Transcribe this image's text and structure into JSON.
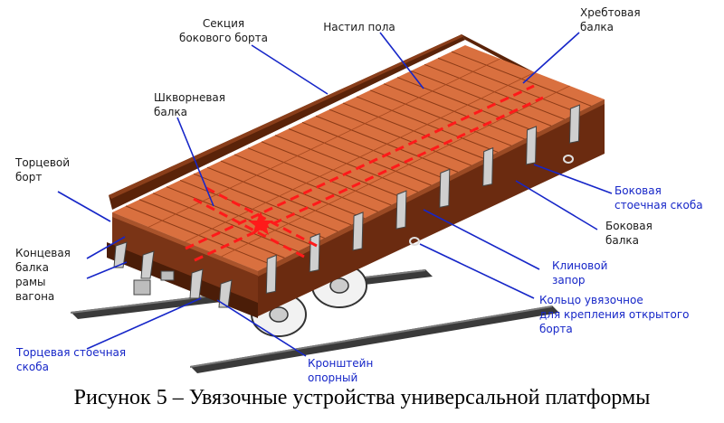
{
  "labels": {
    "side_section": "Секция\nбокового борта",
    "floor_deck": "Настил пола",
    "center_sill": "Хребтовая\nбалка",
    "bolster": "Шкворневая\nбалка",
    "end_wall": "Торцевой\nборт",
    "end_beam": "Концевая\nбалка\nрамы\nвагона",
    "side_stake_bracket": "Боковая\nстоечная скоба",
    "side_beam": "Боковая\nбалка",
    "wedge_lock": "Клиновой\nзапор",
    "tie_ring": "Кольцо увязочное\nдля крепления открытого\nборта",
    "end_stake_bracket": "Торцевая стоечная\nскоба",
    "support_bracket": "Кронштейн\nопорный"
  },
  "caption": "Рисунок 5 – Увязочные устройства универсальной платформы",
  "colors": {
    "deck": "#d9703f",
    "wall": "#6b2b10",
    "leader_line": "#1626c8",
    "red_marker": "#ff1a1a",
    "label_blue": "#1626c8",
    "label_black": "#1a1a1a"
  }
}
